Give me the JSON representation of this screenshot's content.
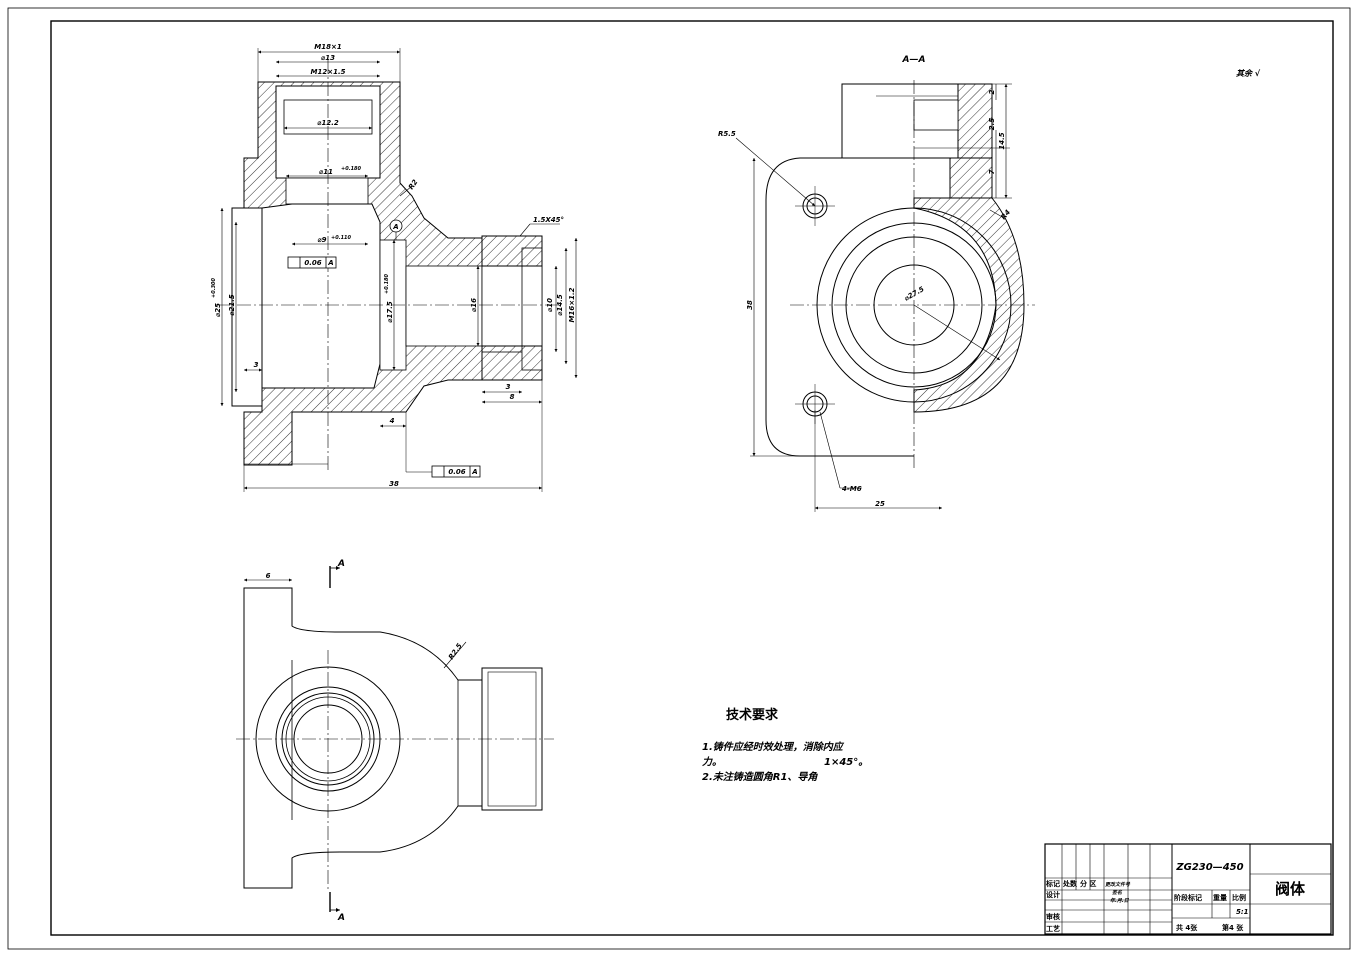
{
  "section_label": "A—A",
  "view_arrow_label": "A",
  "surface_finish_note": "其余 √",
  "datum_label": "A",
  "tolerance_frame": {
    "value": "0.06",
    "datum": "A"
  },
  "front_view_dims": {
    "m18": "M18×1",
    "d13": "⌀13",
    "m12": "M12×1.5",
    "d12_2": "⌀12.2",
    "d11": "⌀11",
    "d11_tol": "+0.180",
    "d9": "⌀9",
    "d9_tol": "+0.110",
    "d25": "⌀25",
    "d25_tol": "+0.300",
    "d21_5": "⌀21.5",
    "d17_5": "⌀17.5",
    "d17_5_tol": "+0.180",
    "d16": "⌀16",
    "d10": "⌀10",
    "d14_5": "⌀14.5",
    "m16": "M16×1.2",
    "chamfer": "1.5X45°",
    "r2": "R2",
    "dim3_left": "3",
    "dim4": "4",
    "dim3_right": "3",
    "dim8": "8",
    "dim38": "38"
  },
  "section_view_dims": {
    "r5_5": "R5.5",
    "d27_5": "⌀27.5",
    "dim38": "38",
    "dim25": "25",
    "dim2": "2",
    "dim2_5": "2.5",
    "dim14_5": "14.5",
    "dim7": "7",
    "r4": "R4",
    "holes": "4-M6"
  },
  "plan_view_dims": {
    "dim6": "6",
    "r2_5": "R2.5"
  },
  "tech_requirements": {
    "title": "技术要求",
    "line1": "1.铸件应经时效处理，消除内应",
    "line2": "力。",
    "line2b": "1×45°。",
    "line3": "2.未注铸造圆角R1、导角"
  },
  "title_block": {
    "material": "ZG230—450",
    "part_name": "阀体",
    "rev_headers": [
      "标记",
      "处数",
      "分  区",
      "更改文件号"
    ],
    "sign_label": "签名",
    "date_label": "年.月.日",
    "design": "设计",
    "check": "审核",
    "process": "工艺",
    "stage_mark": "阶段标记",
    "weight": "重量",
    "scale_label": "比例",
    "scale_value": "5:1",
    "total_sheets": "共 4张",
    "sheet_no": "第4 张"
  }
}
